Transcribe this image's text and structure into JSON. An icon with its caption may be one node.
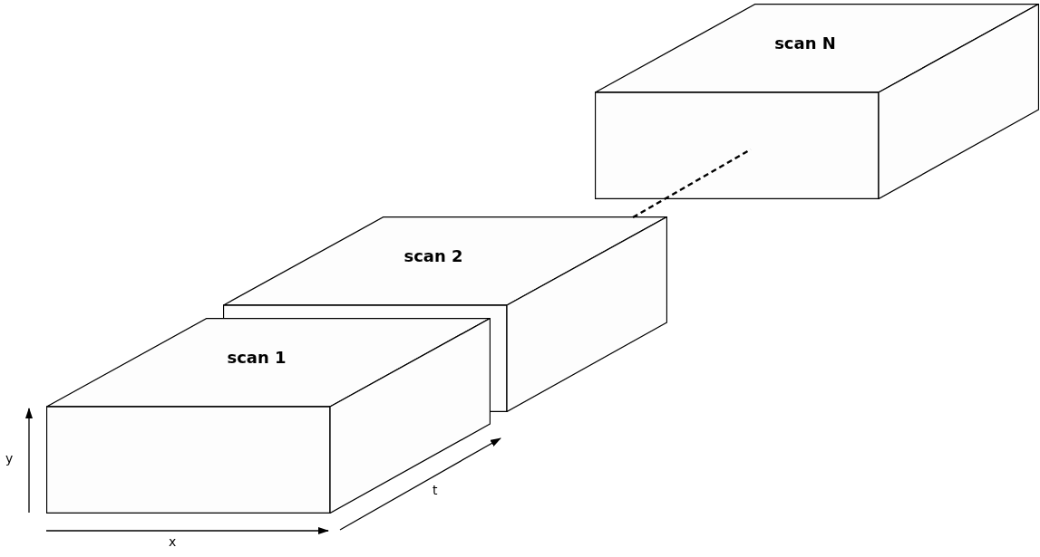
{
  "diagram": {
    "nodes": [
      {
        "text": [
          "scan N"
        ]
      },
      {
        "text": [
          "scan 2"
        ]
      },
      {
        "text": [
          "scan 1"
        ]
      }
    ],
    "edges": [
      {
        "from": 1,
        "to": 0,
        "arrow": "none",
        "style": "dashed"
      }
    ],
    "labels": [
      "y",
      "t",
      "x"
    ]
  }
}
